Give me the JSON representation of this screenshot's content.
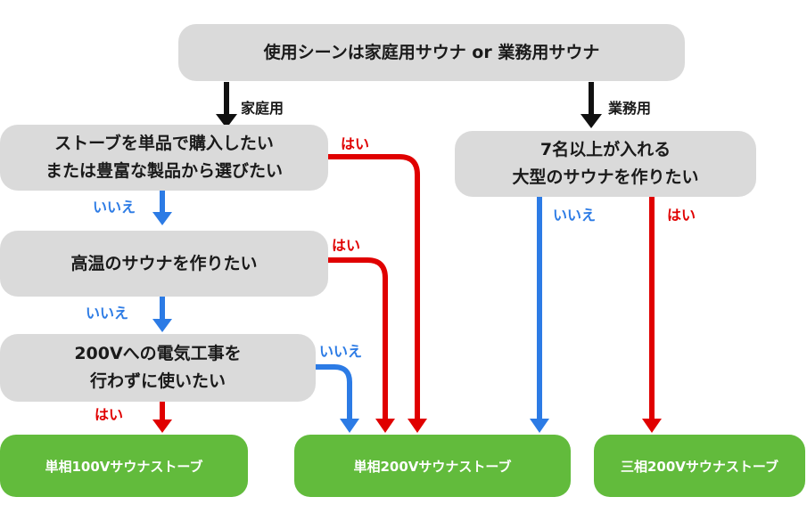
{
  "nodes": {
    "q_usage": "使用シーンは家庭用サウナ or 業務用サウナ",
    "q_stove_line1": "ストーブを単品で購入したい",
    "q_stove_line2": "または豊富な製品から選びたい",
    "q_hightemp": "高温のサウナを作りたい",
    "q_no200v_line1": "200Vへの電気工事を",
    "q_no200v_line2": "行わずに使いたい",
    "q_large_line1": "7名以上が入れる",
    "q_large_line2": "大型のサウナを作りたい"
  },
  "results": {
    "single_100v": "単相100Vサウナストーブ",
    "single_200v": "単相200Vサウナストーブ",
    "three_200v": "三相200Vサウナストーブ"
  },
  "labels": {
    "home": "家庭用",
    "business": "業務用",
    "yes": "はい",
    "no": "いいえ"
  },
  "colors": {
    "yes_path": "#e00000",
    "no_path": "#2c7be5",
    "start_path": "#111111",
    "question_box": "#dadada",
    "result_box": "#62bb3c"
  }
}
